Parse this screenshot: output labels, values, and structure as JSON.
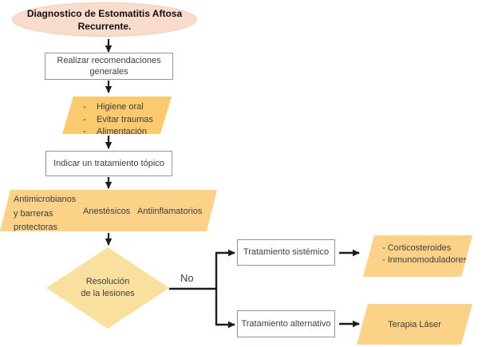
{
  "colors": {
    "start_fill": "#f9dccb",
    "start_border": "#f2cab3",
    "box_border": "#8f989b",
    "orange_fill": "#fbc96e",
    "light_orange_fill": "#fbd287",
    "diamond_fill": "#f9e09e",
    "arrow_color": "#1c1c1c",
    "text_color": "#3e3e3e",
    "title_color": "#111111"
  },
  "nodes": {
    "start": {
      "lines": [
        "Diagnostico de Estomatitis Aftosa",
        "Recurrente."
      ]
    },
    "general": {
      "lines": [
        "Realizar recomendaciones",
        "generales"
      ]
    },
    "general_items": {
      "items": [
        {
          "bullet": "-",
          "text": "Higiene oral"
        },
        {
          "bullet": "-",
          "text": "Evitar traumas"
        },
        {
          "bullet": "-",
          "text": "Alimentación"
        }
      ]
    },
    "topical": {
      "text": "Indicar un tratamiento tópico"
    },
    "topical_options": {
      "group1_lines": [
        "Antimicrobianos",
        "y barreras",
        "protectoras"
      ],
      "group2": "Anestésicos",
      "group3": "Antiinflamatorios"
    },
    "decision": {
      "lines": [
        "Resolución",
        "de la lesiones"
      ]
    },
    "branch_label": "No",
    "systemic": {
      "text": "Tratamiento sistémico"
    },
    "systemic_options": {
      "items": [
        "- Corticosteroides",
        "- Inmunomoduladores"
      ]
    },
    "alternative": {
      "text": "Tratamiento alternativo"
    },
    "alternative_option": {
      "text": "Terapia Láser"
    }
  }
}
